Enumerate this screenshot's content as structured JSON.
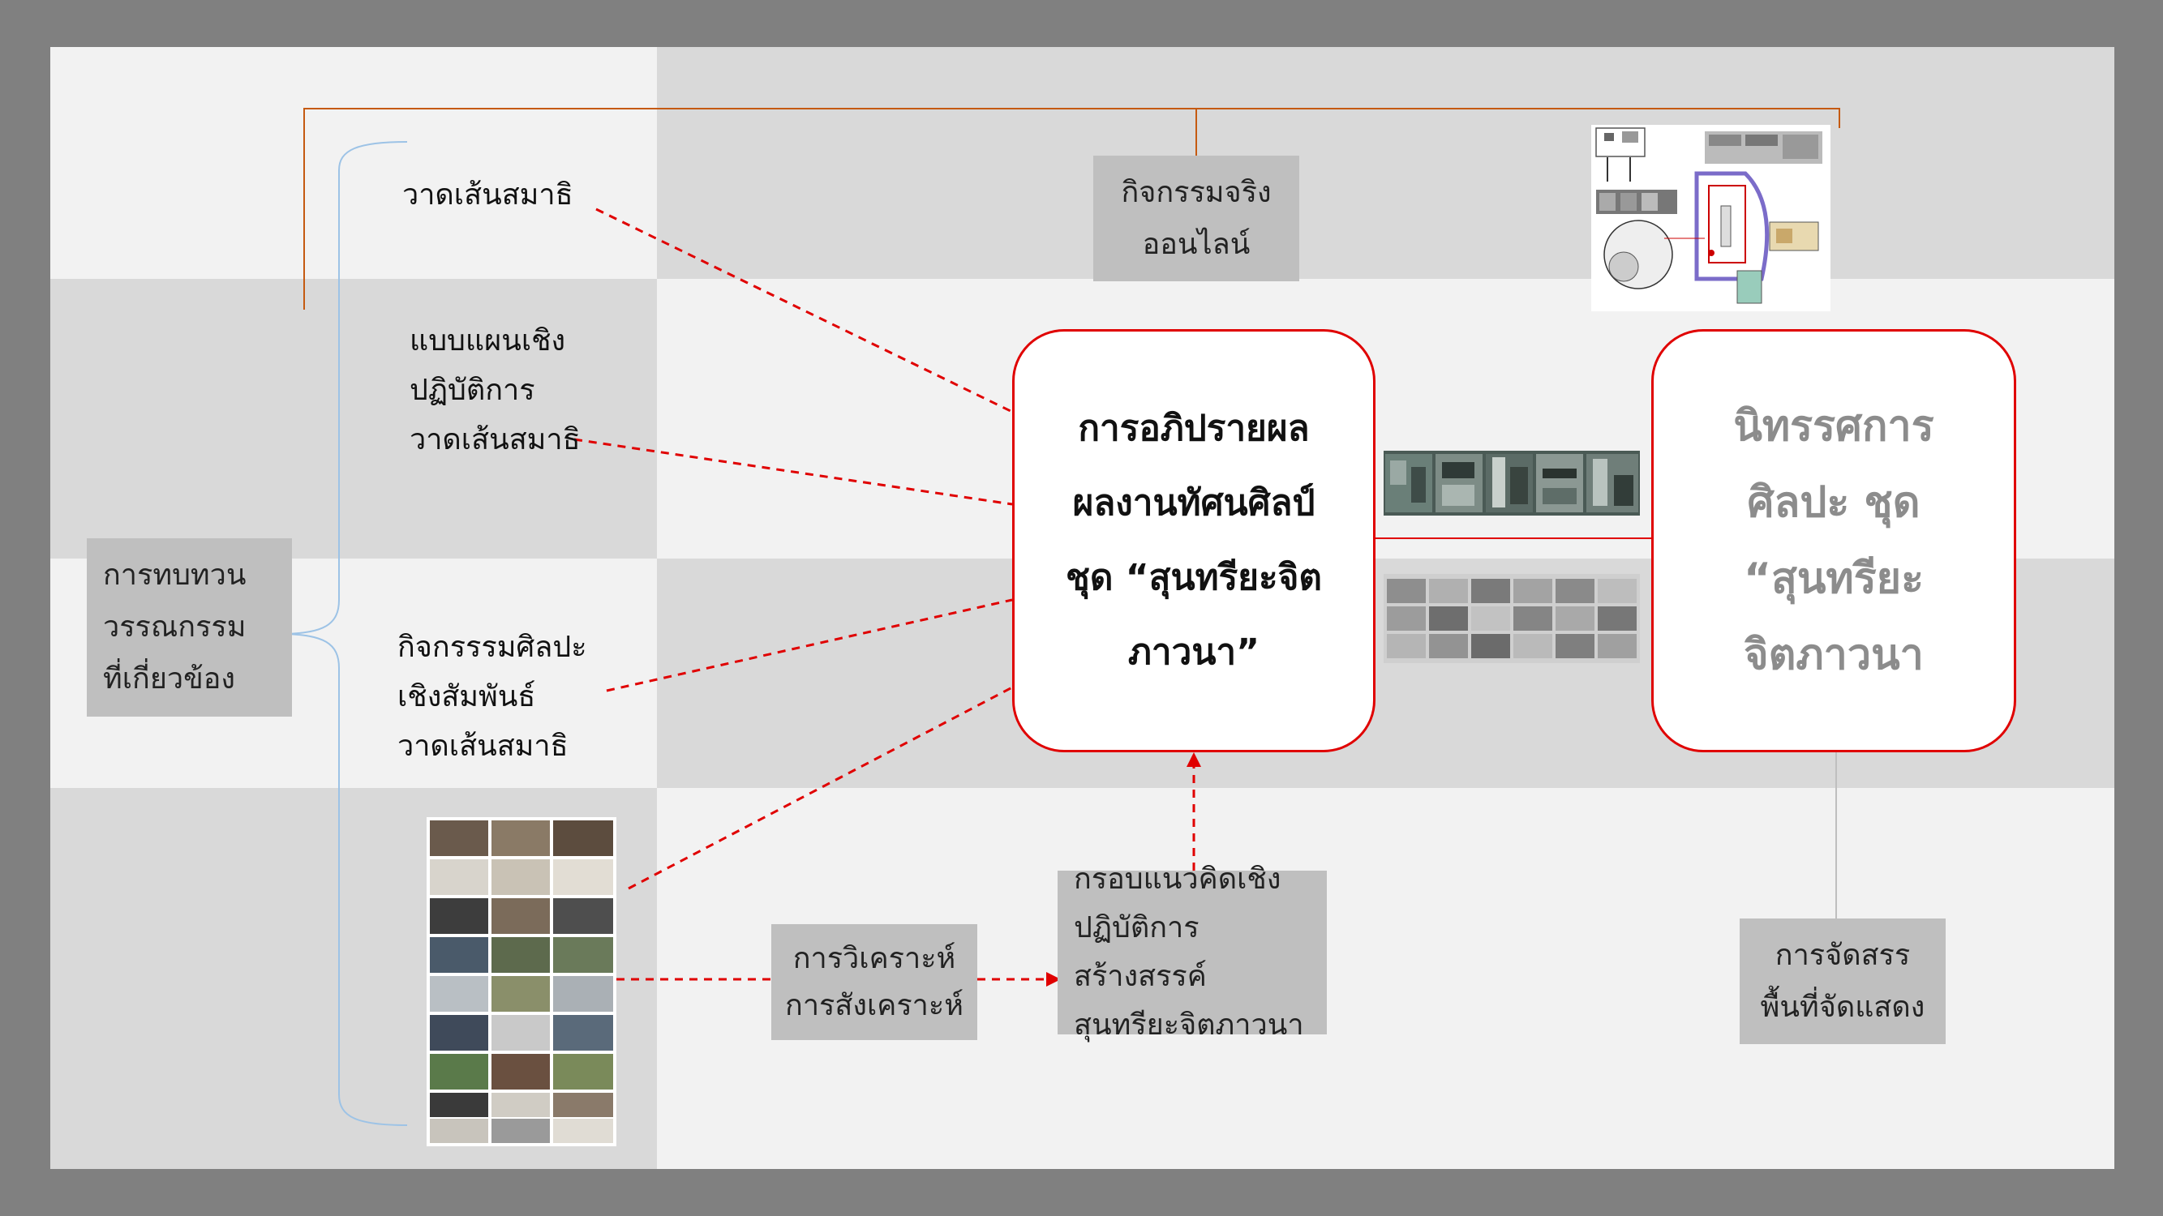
{
  "boxes": {
    "literature_review": "การทบทวน\nวรรณกรรม\nที่เกี่ยวข้อง",
    "online_activity": "กิจกรรมจริง\nออนไลน์",
    "analysis": "การวิเคราะห์\nการสังเคราะห์",
    "framework": "กรอบแนวคิดเชิง\nปฏิบัติการสร้างสรรค์\nสุนทรียะจิตภาวนา",
    "space_allocation": "การจัดสรร\nพื้นที่จัดแสดง"
  },
  "labels": {
    "meditation_drawing": "วาดเส้นสมาธิ",
    "workshop_plan": "แบบแผนเชิง\nปฏิบัติการ\nวาดเส้นสมาธิ",
    "relational_art": "กิจกรรรมศิลปะ\nเชิงสัมพันธ์\nวาดเส้นสมาธิ"
  },
  "rounded_boxes": {
    "discussion": "การอภิปรายผล\nผลงานทัศนศิลป์\nชุด “สุนทรียะจิต\nภาวนา”",
    "exhibition": "นิทรรศการ\nศิลปะ ชุด\n“สุนทรียะ\nจิตภาวนา"
  },
  "colors": {
    "frame": "#808080",
    "panel_light": "#f2f2f2",
    "panel_dark": "#d9d9d9",
    "box_fill": "#bfbfbf",
    "accent_red": "#e00000",
    "bracket_blue": "#9dc3e6",
    "connector_orange": "#c55a11"
  }
}
